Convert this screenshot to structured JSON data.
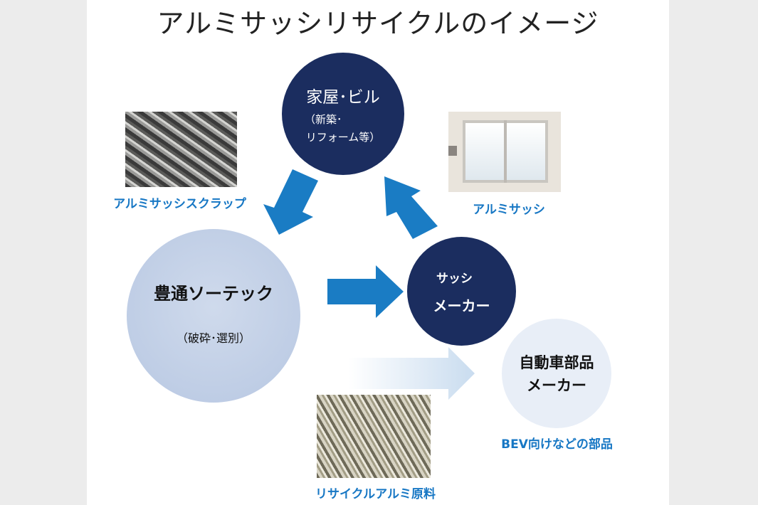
{
  "title": "アルミサッシリサイクルのイメージ",
  "nodes": {
    "house": {
      "title": "家屋･ビル",
      "sub1": "（新築･",
      "sub2": "リフォーム等）"
    },
    "toyotsu": {
      "title": "豊通ソーテック",
      "sub": "（破砕･選別）"
    },
    "sash_maker": {
      "line1": "サッシ",
      "line2": "メーカー"
    },
    "auto_parts": {
      "line1": "自動車部品",
      "line2": "メーカー"
    }
  },
  "labels": {
    "scrap": "アルミサッシスクラップ",
    "sash": "アルミサッシ",
    "recycled": "リサイクルアルミ原料",
    "bev": "BEV向けなどの部品"
  },
  "colors": {
    "navy": "#1b2d5f",
    "arrow": "#1a7cc4",
    "label": "#1777c4",
    "light_circle": "#c8d5ea"
  }
}
